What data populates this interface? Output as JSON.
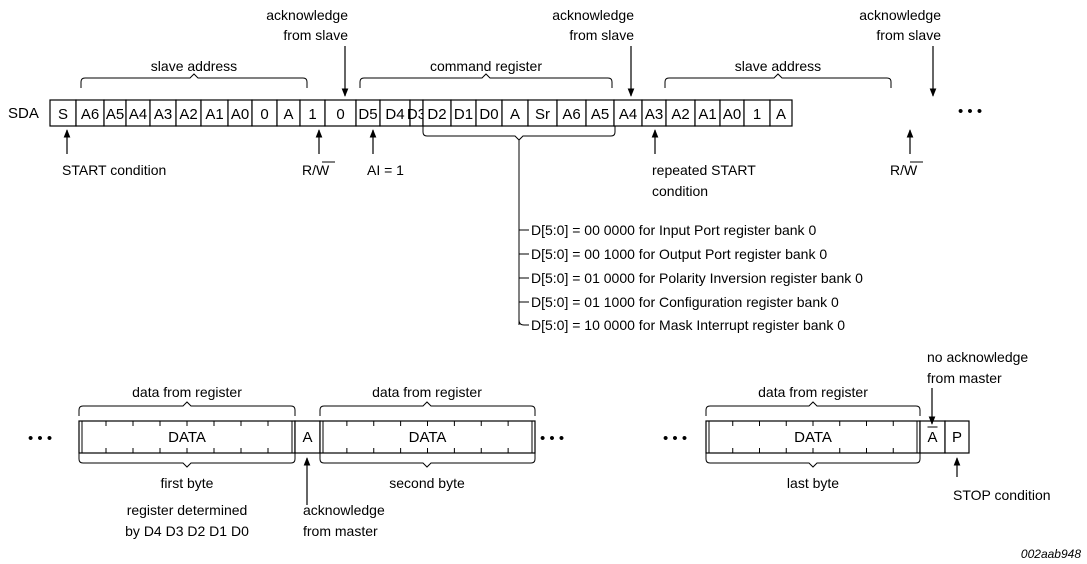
{
  "row1": {
    "sda_label": "SDA",
    "cells": [
      "S",
      "A6",
      "A5",
      "A4",
      "A3",
      "A2",
      "A1",
      "A0",
      "0",
      "A",
      "1",
      "0",
      "D5",
      "D4",
      "D3",
      "D2",
      "D1",
      "D0",
      "A",
      "Sr",
      "A6",
      "A5",
      "A4",
      "A3",
      "A2",
      "A1",
      "A0",
      "1",
      "A"
    ],
    "ellipsis": "• • •",
    "ack1_line1": "acknowledge",
    "ack1_line2": "from slave",
    "ack2_line1": "acknowledge",
    "ack2_line2": "from slave",
    "ack3_line1": "acknowledge",
    "ack3_line2": "from slave",
    "slave_address_1": "slave address",
    "command_register": "command register",
    "slave_address_2": "slave address",
    "start_condition": "START condition",
    "rw_1_prefix": "R/",
    "rw_1_bar": "W",
    "ai_label": "AI = 1",
    "repeated_start_line1": "repeated START",
    "repeated_start_line2": "condition",
    "rw_2_prefix": "R/",
    "rw_2_bar": "W"
  },
  "register_list": [
    "D[5:0] = 00 0000 for Input Port register bank 0",
    "D[5:0] = 00 1000 for Output Port register bank 0",
    "D[5:0] = 01 0000 for Polarity Inversion register bank 0",
    "D[5:0] = 01 1000 for Configuration register bank 0",
    "D[5:0] = 10 0000 for Mask Interrupt register bank 0"
  ],
  "row2": {
    "ellipsis": "• • •",
    "data_from_register_1": "data from register",
    "data_from_register_2": "data from register",
    "data_from_register_3": "data from register",
    "data_1": "DATA",
    "data_2": "DATA",
    "data_3": "DATA",
    "ack_cell": "A",
    "nack_cell": "A",
    "stop_cell": "P",
    "first_byte": "first byte",
    "second_byte": "second byte",
    "last_byte": "last byte",
    "register_determined_line1": "register determined",
    "register_determined_line2": "by D4 D3 D2 D1 D0",
    "ack_master_line1": "acknowledge",
    "ack_master_line2": "from master",
    "no_ack_line1": "no acknowledge",
    "no_ack_line2": "from master",
    "stop_condition": "STOP condition"
  },
  "figure_id": "002aab948"
}
